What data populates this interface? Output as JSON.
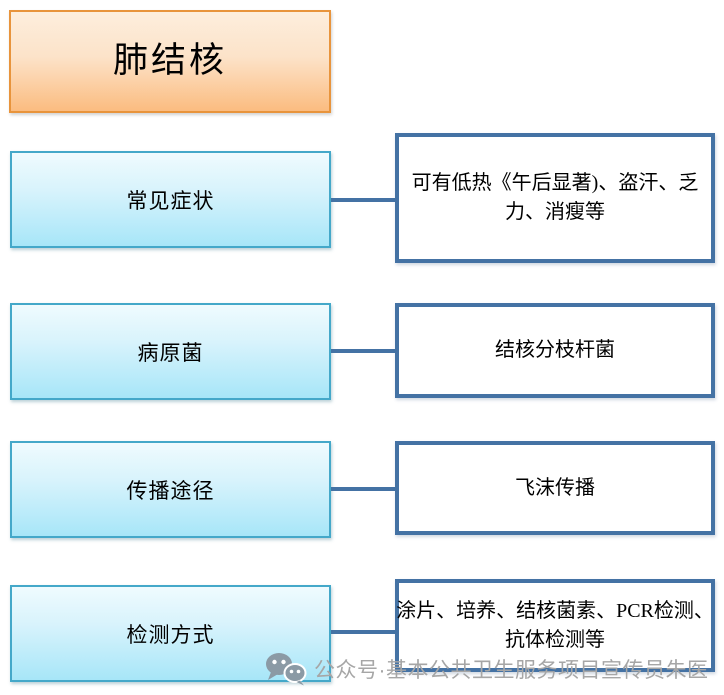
{
  "title": {
    "label": "肺结核"
  },
  "rows": [
    {
      "label": "常见症状",
      "detail": "可有低热《午后显著)、盗汗、乏力、消瘦等"
    },
    {
      "label": "病原菌",
      "detail": "结核分枝杆菌"
    },
    {
      "label": "传播途径",
      "detail": "飞沫传播"
    },
    {
      "label": "检测方式",
      "detail": "涂片、培养、结核菌素、PCR检测、抗体检测等"
    }
  ],
  "watermark": {
    "icon": "wechat-icon",
    "text": "公众号·基本公共卫生服务项目宣传员朱医"
  },
  "colors": {
    "title_border": "#e8943c",
    "title_gradient_top": "#fdeedd",
    "title_gradient_bottom": "#fbbc80",
    "topic_border": "#44a8c9",
    "topic_gradient_top": "#effbfe",
    "topic_gradient_bottom": "#a7e6f8",
    "detail_border": "#4472a4",
    "connector": "#4472a4",
    "text": "#000000",
    "watermark_text": "#a6a6a6"
  }
}
